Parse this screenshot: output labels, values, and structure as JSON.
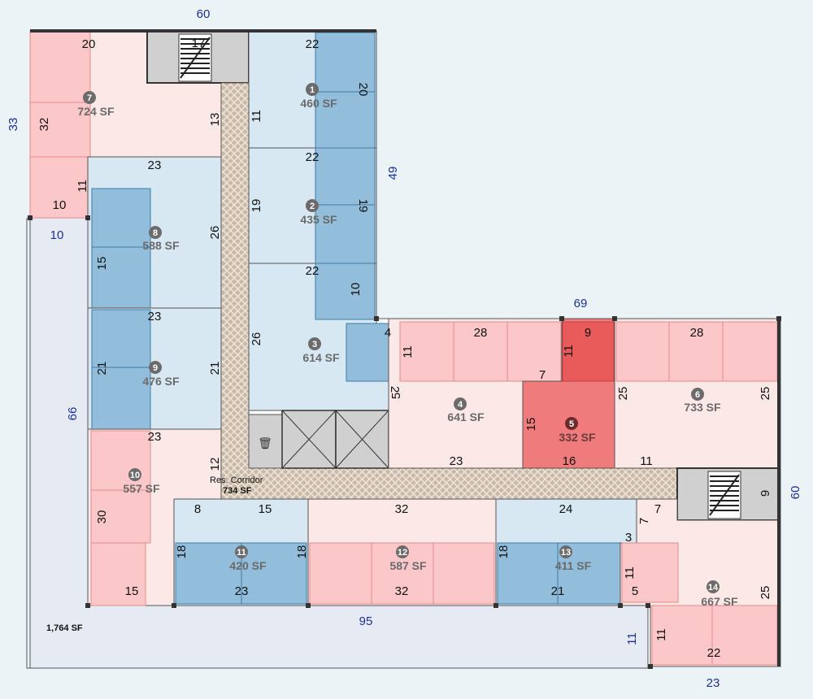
{
  "outer_dims": {
    "top_60": "60",
    "left_33": "33",
    "mid_49": "49",
    "left_10": "10",
    "left_66": "66",
    "mid_69": "69",
    "right_60": "60",
    "bottom_95": "95",
    "bottom_11": "11",
    "bottom_23": "23"
  },
  "units": [
    {
      "num": "1",
      "area": "460 SF",
      "dims": [
        "22",
        "20",
        "11"
      ]
    },
    {
      "num": "2",
      "area": "435 SF",
      "dims": [
        "22",
        "19",
        "19"
      ]
    },
    {
      "num": "3",
      "area": "614 SF",
      "dims": [
        "22",
        "10",
        "26",
        "4"
      ]
    },
    {
      "num": "4",
      "area": "641 SF",
      "dims": [
        "28",
        "11",
        "7",
        "2",
        "5",
        "23"
      ]
    },
    {
      "num": "5",
      "area": "332 SF",
      "dims": [
        "9",
        "11",
        "15",
        "16"
      ]
    },
    {
      "num": "6",
      "area": "733 SF",
      "dims": [
        "28",
        "25",
        "25",
        "11"
      ]
    },
    {
      "num": "7",
      "area": "724 SF",
      "dims": [
        "20",
        "17",
        "32",
        "13",
        "11",
        "10"
      ]
    },
    {
      "num": "8",
      "area": "588 SF",
      "dims": [
        "23",
        "26",
        "15"
      ]
    },
    {
      "num": "9",
      "area": "476 SF",
      "dims": [
        "23",
        "21",
        "21"
      ]
    },
    {
      "num": "10",
      "area": "557 SF",
      "dims": [
        "23",
        "12",
        "30",
        "15"
      ]
    },
    {
      "num": "11",
      "area": "420 SF",
      "dims": [
        "8",
        "15",
        "18",
        "18",
        "23"
      ]
    },
    {
      "num": "12",
      "area": "587 SF",
      "dims": [
        "32",
        "32"
      ]
    },
    {
      "num": "13",
      "area": "411 SF",
      "dims": [
        "24",
        "18",
        "21"
      ]
    },
    {
      "num": "14",
      "area": "667 SF",
      "dims": [
        "7",
        "3",
        "7",
        "11",
        "5",
        "25",
        "11",
        "22"
      ]
    }
  ],
  "stair_right_dim": "9",
  "corridor": {
    "label": "Res. Corridor",
    "area": "734 SF"
  },
  "common_area": "1,764 SF",
  "colors": {
    "background": "#ecf3f7",
    "unit_pink": "#fde8e8",
    "unit_blue": "#d8e8f3",
    "storage_pink": "#fbc7c9",
    "storage_blue": "#93bedb",
    "unit_red": "#f07b7c",
    "storage_red": "#e95a5b",
    "common": "#e6ebf3",
    "dim_blue": "#1a2f9a"
  }
}
